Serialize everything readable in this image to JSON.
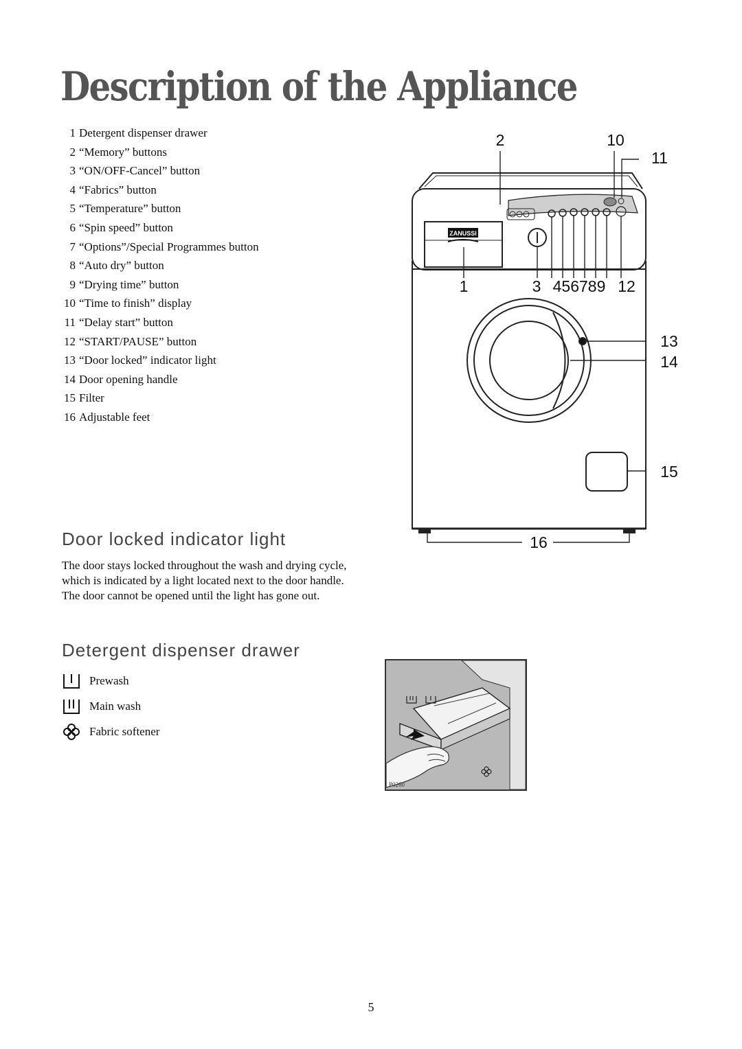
{
  "page": {
    "title": "Description of the Appliance",
    "page_number": "5"
  },
  "parts_list": [
    {
      "num": "1",
      "label": "Detergent dispenser drawer"
    },
    {
      "num": "2",
      "label": "“Memory” buttons"
    },
    {
      "num": "3",
      "label": "“ON/OFF-Cancel” button"
    },
    {
      "num": "4",
      "label": "“Fabrics” button"
    },
    {
      "num": "5",
      "label": "“Temperature” button"
    },
    {
      "num": "6",
      "label": "“Spin speed” button"
    },
    {
      "num": "7",
      "label": "“Options”/Special Programmes button"
    },
    {
      "num": "8",
      "label": "“Auto dry” button"
    },
    {
      "num": "9",
      "label": "“Drying time” button"
    },
    {
      "num": "10",
      "label": "“Time to finish” display"
    },
    {
      "num": "11",
      "label": "“Delay start” button"
    },
    {
      "num": "12",
      "label": "“START/PAUSE” button"
    },
    {
      "num": "13",
      "label": "“Door locked” indicator light"
    },
    {
      "num": "14",
      "label": "Door opening handle"
    },
    {
      "num": "15",
      "label": "Filter"
    },
    {
      "num": "16",
      "label": "Adjustable feet"
    }
  ],
  "diagram": {
    "brand": "ZANUSSI",
    "callouts": {
      "c1": "1",
      "c2": "2",
      "c3": "3",
      "c4_9": "456789",
      "c10": "10",
      "c11": "11",
      "c12": "12",
      "c13": "13",
      "c14": "14",
      "c15": "15",
      "c16": "16"
    }
  },
  "door_section": {
    "heading": "Door locked indicator light",
    "body": "The door stays locked throughout the wash and drying cycle, which is indicated by a light located next to the door handle. The door cannot be opened until the light has gone out."
  },
  "detergent_section": {
    "heading": "Detergent dispenser drawer",
    "legend": [
      {
        "icon": "prewash-icon",
        "label": "Prewash"
      },
      {
        "icon": "main-wash-icon",
        "label": "Main wash"
      },
      {
        "icon": "fabric-softener-icon",
        "label": "Fabric softener"
      }
    ],
    "photo_code": "P0260"
  }
}
